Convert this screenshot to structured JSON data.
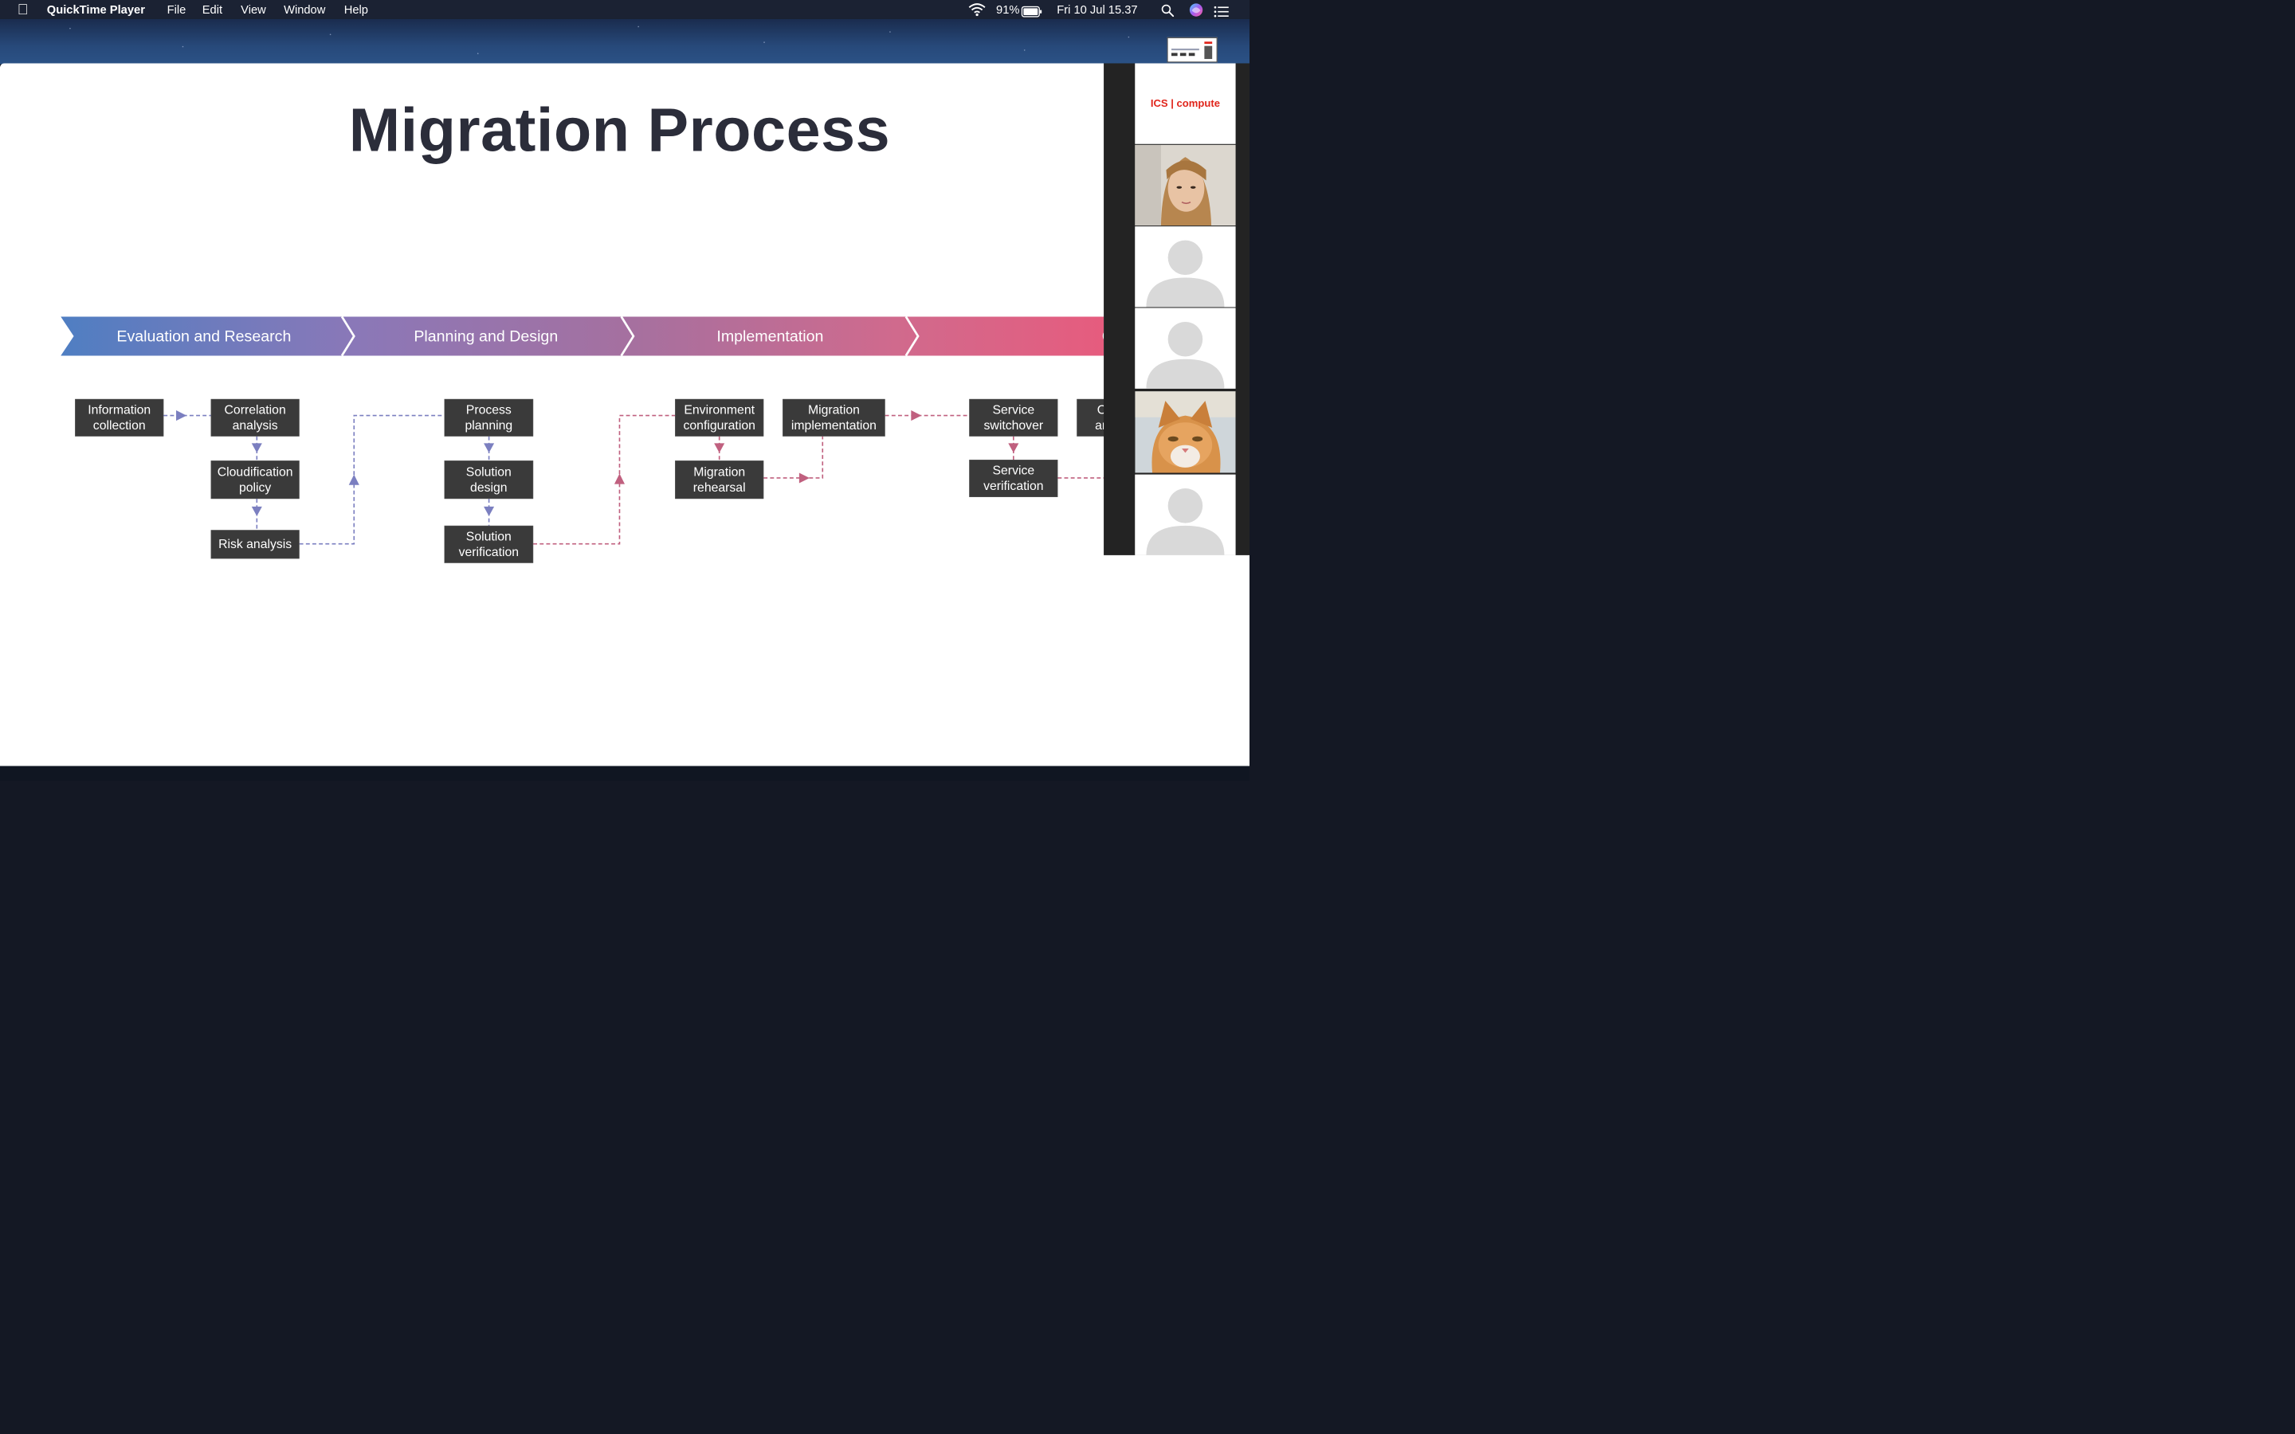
{
  "menubar": {
    "app_name": "QuickTime Player",
    "menus": [
      "File",
      "Edit",
      "View",
      "Window",
      "Help"
    ],
    "battery_percent": "91%",
    "datetime": "Fri 10 Jul  15.37"
  },
  "slide": {
    "title": "Migration Process",
    "phases": [
      "Evaluation and Research",
      "Planning and Design",
      "Implementation",
      "Optimization"
    ],
    "steps": {
      "information_collection": "Information collection",
      "correlation_analysis": "Correlation analysis",
      "cloudification_policy": "Cloudification policy",
      "risk_analysis": "Risk analysis",
      "process_planning": "Process planning",
      "solution_design": "Solution design",
      "solution_verification": "Solution verification",
      "environment_configuration": "Environment configuration",
      "migration_rehearsal": "Migration rehearsal",
      "migration_implementation": "Migration implementation",
      "service_switchover": "Service switchover",
      "service_verification": "Service verification",
      "truncated_step": "Op and"
    }
  },
  "participants": {
    "logo_text": "ICS | compute"
  },
  "colors": {
    "phase_gradient": [
      "#4f7ec2",
      "#8a78b8",
      "#a6709f",
      "#d06a8d",
      "#e65c7e"
    ],
    "box_fill": "#3a3a3a",
    "connector_purple": "#7b7fc0",
    "connector_pink": "#c0607f",
    "logo_red": "#e0251b"
  },
  "icons": [
    "apple-icon",
    "wifi-icon",
    "battery-icon",
    "search-icon",
    "siri-icon",
    "control-center-icon",
    "avatar-placeholder-icon"
  ]
}
